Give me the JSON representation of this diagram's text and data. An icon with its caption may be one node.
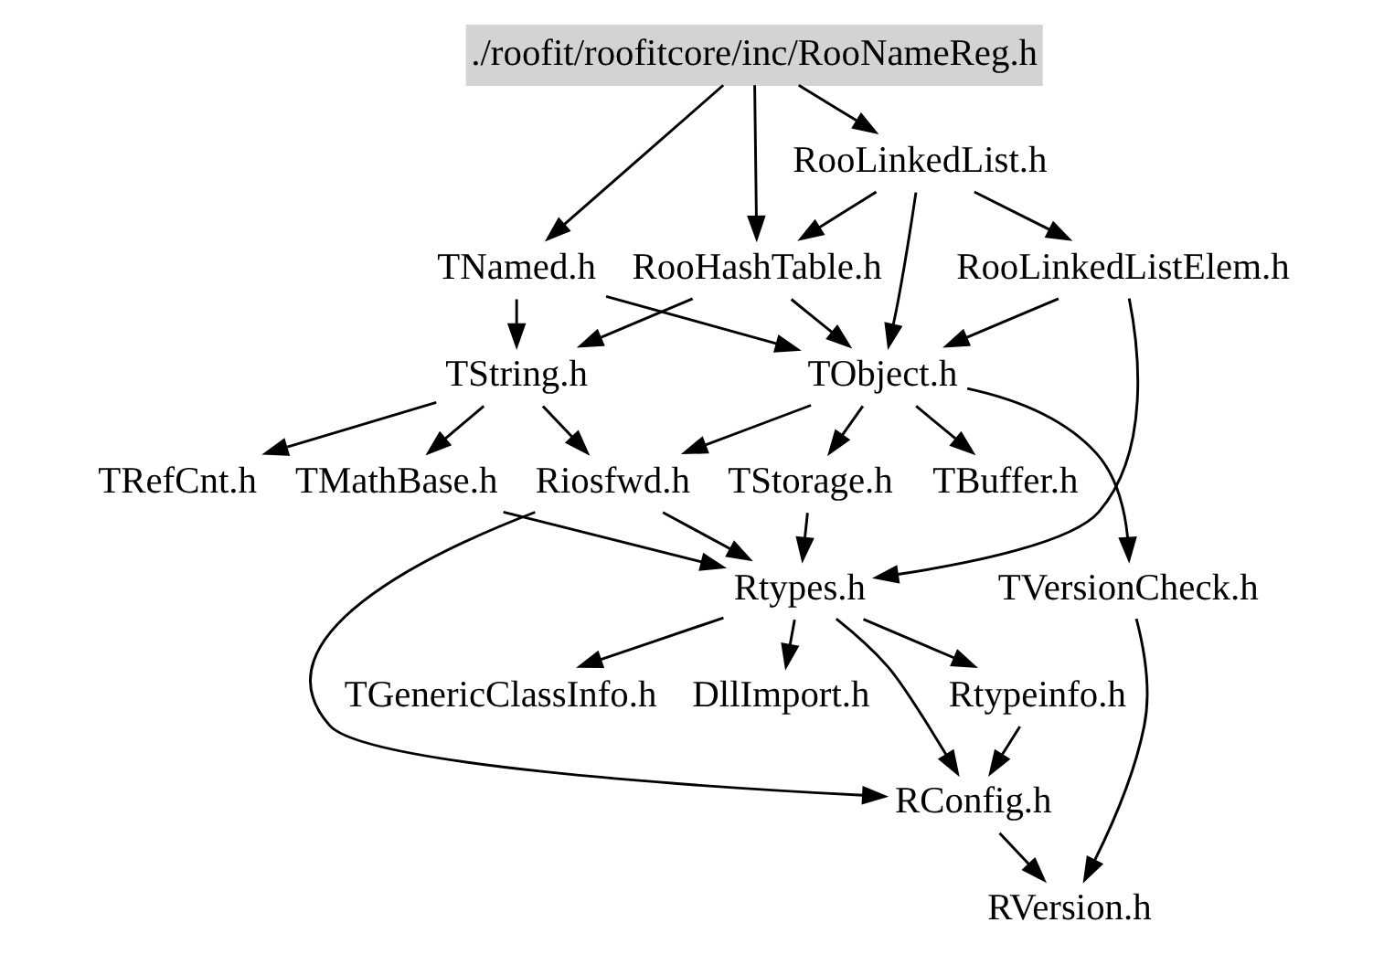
{
  "diagram": {
    "nodes": [
      {
        "text": [
          "./roofit/roofitcore/inc/RooNameReg.h"
        ]
      },
      {
        "text": [
          "RooLinkedList.h"
        ]
      },
      {
        "text": [
          "TNamed.h"
        ]
      },
      {
        "text": [
          "RooHashTable.h"
        ]
      },
      {
        "text": [
          "TString.h"
        ]
      },
      {
        "text": [
          "TObject.h"
        ]
      },
      {
        "text": [
          "RooLinkedListElem.h"
        ]
      },
      {
        "text": [
          "TMathBase.h"
        ]
      },
      {
        "text": [
          "TRefCnt.h"
        ]
      },
      {
        "text": [
          "Riosfwd.h"
        ]
      },
      {
        "text": [
          "TStorage.h"
        ]
      },
      {
        "text": [
          "TBuffer.h"
        ]
      },
      {
        "text": [
          "Rtypes.h"
        ]
      },
      {
        "text": [
          "TVersionCheck.h"
        ]
      },
      {
        "text": [
          "Rtypeinfo.h"
        ]
      },
      {
        "text": [
          "TGenericClassInfo.h"
        ]
      },
      {
        "text": [
          "DllImport.h"
        ]
      },
      {
        "text": [
          "RConfig.h"
        ]
      },
      {
        "text": [
          "RVersion.h"
        ]
      }
    ],
    "edges": [
      {
        "from": 0,
        "to": 1,
        "arrow": "to"
      },
      {
        "from": 0,
        "to": 2,
        "arrow": "to"
      },
      {
        "from": 0,
        "to": 3,
        "arrow": "to"
      },
      {
        "from": 1,
        "to": 3,
        "arrow": "to"
      },
      {
        "from": 1,
        "to": 5,
        "arrow": "to"
      },
      {
        "from": 1,
        "to": 6,
        "arrow": "to"
      },
      {
        "from": 2,
        "to": 4,
        "arrow": "to"
      },
      {
        "from": 2,
        "to": 5,
        "arrow": "to"
      },
      {
        "from": 3,
        "to": 4,
        "arrow": "to"
      },
      {
        "from": 3,
        "to": 5,
        "arrow": "to"
      },
      {
        "from": 6,
        "to": 5,
        "arrow": "to"
      },
      {
        "from": 4,
        "to": 7,
        "arrow": "to"
      },
      {
        "from": 4,
        "to": 8,
        "arrow": "to"
      },
      {
        "from": 4,
        "to": 9,
        "arrow": "to"
      },
      {
        "from": 5,
        "to": 9,
        "arrow": "to"
      },
      {
        "from": 5,
        "to": 10,
        "arrow": "to"
      },
      {
        "from": 5,
        "to": 11,
        "arrow": "to"
      },
      {
        "from": 5,
        "to": 13,
        "arrow": "to"
      },
      {
        "from": 6,
        "to": 12,
        "arrow": "to"
      },
      {
        "from": 7,
        "to": 12,
        "arrow": "to"
      },
      {
        "from": 9,
        "to": 12,
        "arrow": "to"
      },
      {
        "from": 10,
        "to": 12,
        "arrow": "to"
      },
      {
        "from": 9,
        "to": 17,
        "arrow": "to"
      },
      {
        "from": 12,
        "to": 14,
        "arrow": "to"
      },
      {
        "from": 12,
        "to": 15,
        "arrow": "to"
      },
      {
        "from": 12,
        "to": 16,
        "arrow": "to"
      },
      {
        "from": 12,
        "to": 17,
        "arrow": "to"
      },
      {
        "from": 14,
        "to": 17,
        "arrow": "to"
      },
      {
        "from": 13,
        "to": 18,
        "arrow": "to"
      },
      {
        "from": 17,
        "to": 18,
        "arrow": "to"
      }
    ]
  }
}
